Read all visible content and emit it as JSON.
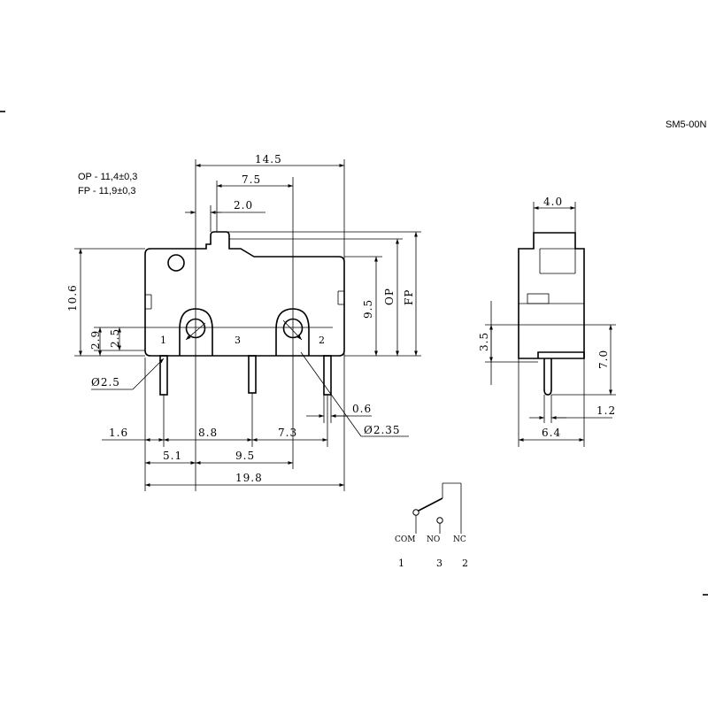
{
  "drawing": {
    "part_code": "SM5-00N",
    "specs": [
      "OP - 11,4±0,3",
      "FP - 11,9±0,3"
    ]
  },
  "front_view": {
    "dims": {
      "overall_width": "14.5",
      "center_to_edge": "7.5",
      "actuator": "2.0",
      "height": "10.6",
      "op": "9.5",
      "op_label": "OP",
      "fp_label": "FP",
      "hole_height_a": "2.9",
      "hole_height_b": "2.5",
      "pin_diameter": "Ø2.5",
      "hole_diameter": "Ø2.35",
      "pin_thickness": "0.6",
      "left_offset": "1.6",
      "pitch_1_3": "8.8",
      "pitch_3_2": "7.3",
      "left_to_hole": "5.1",
      "hole_spacing": "9.5",
      "total_length": "19.8"
    },
    "pins": [
      "1",
      "3",
      "2"
    ]
  },
  "side_view": {
    "dims": {
      "top_width": "4.0",
      "body_height": "3.5",
      "total_height": "7.0",
      "pin_width": "1.2",
      "base_width": "6.4"
    }
  },
  "schematic": {
    "terminals": [
      "COM",
      "NO",
      "NC"
    ],
    "numbers": [
      "1",
      "3",
      "2"
    ]
  }
}
